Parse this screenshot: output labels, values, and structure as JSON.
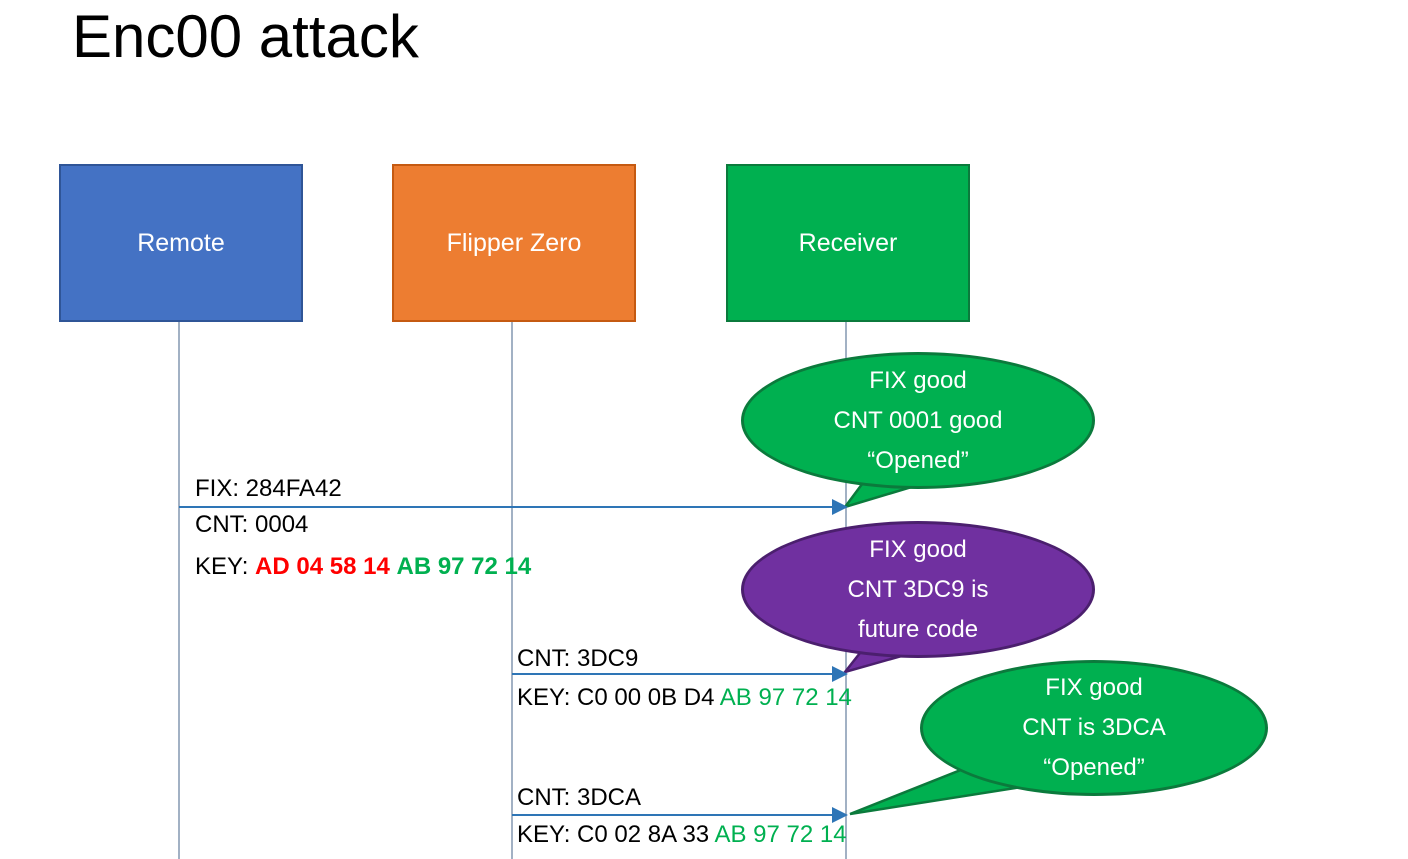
{
  "title": "Enc00 attack",
  "actors": [
    {
      "label": "Remote",
      "color": "#4472C4"
    },
    {
      "label": "Flipper Zero",
      "color": "#ED7D31"
    },
    {
      "label": "Receiver",
      "color": "#00B050"
    }
  ],
  "messages": [
    {
      "from": "Remote",
      "to": "Receiver",
      "fix": "FIX: 284FA42",
      "cnt": "CNT: 0004",
      "key_prefix": "KEY:",
      "key_red": "AD 04 58 14",
      "key_green": "AB 97 72 14"
    },
    {
      "from": "Flipper Zero",
      "to": "Receiver",
      "cnt": "CNT: 3DC9",
      "key_prefix": "KEY: C0 00 0B D4",
      "key_green": "AB 97 72 14"
    },
    {
      "from": "Flipper Zero",
      "to": "Receiver",
      "cnt": "CNT: 3DCA",
      "key_prefix": "KEY: C0 02 8A 33",
      "key_green": "AB 97 72 14"
    }
  ],
  "callouts": [
    {
      "color": "#00B050",
      "lines": [
        "FIX good",
        "CNT 0001 good",
        "“Opened”"
      ]
    },
    {
      "color": "#7030A0",
      "lines": [
        "FIX good",
        "CNT 3DC9 is",
        "future code"
      ]
    },
    {
      "color": "#00B050",
      "lines": [
        "FIX good",
        "CNT is 3DCA",
        "“Opened”"
      ]
    }
  ],
  "colors": {
    "actor_remote": "#4472C4",
    "actor_flipper": "#ED7D31",
    "actor_receiver": "#00B050",
    "callout_green": "#00B050",
    "callout_purple": "#7030A0",
    "key_red": "#FF0000",
    "key_green": "#00B050",
    "arrow_blue": "#2E75B6",
    "lifeline_gray": "#8497B0"
  }
}
